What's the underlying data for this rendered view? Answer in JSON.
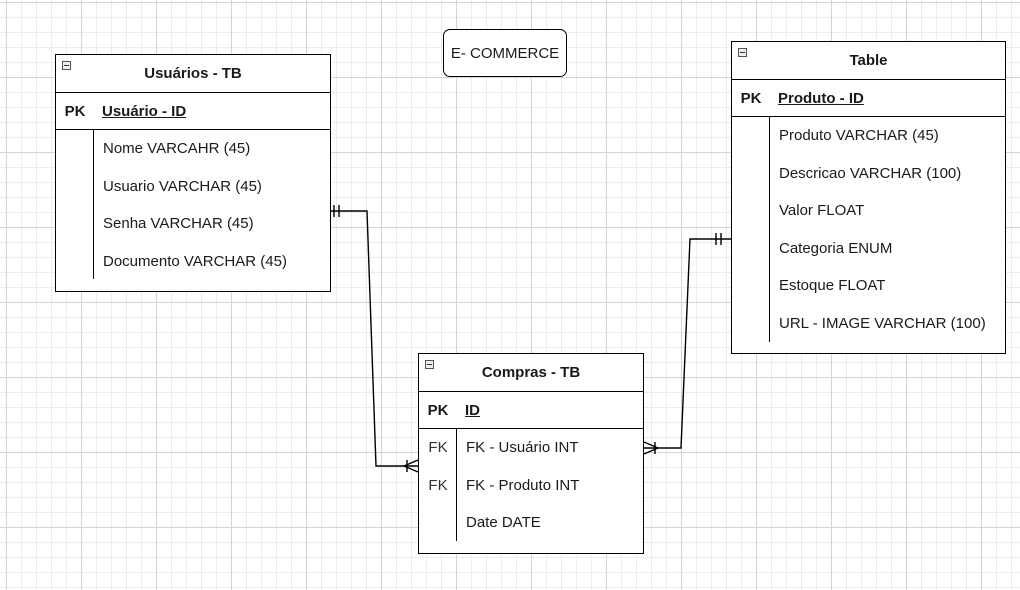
{
  "title": "E- COMMERCE",
  "entities": {
    "usuarios": {
      "name": "Usuários - TB",
      "pk_label": "PK",
      "pk_field": "Usuário - ID",
      "fields": [
        {
          "key": "",
          "name": "Nome VARCAHR (45)"
        },
        {
          "key": "",
          "name": "Usuario VARCHAR (45)"
        },
        {
          "key": "",
          "name": "Senha VARCHAR (45)"
        },
        {
          "key": "",
          "name": "Documento VARCHAR (45)"
        }
      ]
    },
    "produto": {
      "name": "Table",
      "pk_label": "PK",
      "pk_field": "Produto - ID",
      "fields": [
        {
          "key": "",
          "name": "Produto VARCHAR (45)"
        },
        {
          "key": "",
          "name": "Descricao VARCHAR (100)"
        },
        {
          "key": "",
          "name": "Valor FLOAT"
        },
        {
          "key": "",
          "name": "Categoria ENUM"
        },
        {
          "key": "",
          "name": "Estoque FLOAT"
        },
        {
          "key": "",
          "name": "URL - IMAGE VARCHAR (100)"
        }
      ]
    },
    "compras": {
      "name": "Compras - TB",
      "pk_label": "PK",
      "pk_field": "ID",
      "fields": [
        {
          "key": "FK",
          "name": "FK - Usuário INT"
        },
        {
          "key": "FK",
          "name": "FK - Produto INT"
        },
        {
          "key": "",
          "name": "Date DATE"
        }
      ]
    }
  },
  "relationships": [
    {
      "from": "usuarios",
      "to": "compras",
      "from_cardinality": "one-and-only-one",
      "to_cardinality": "one-or-many"
    },
    {
      "from": "produto",
      "to": "compras",
      "from_cardinality": "one-and-only-one",
      "to_cardinality": "one-or-many"
    }
  ]
}
